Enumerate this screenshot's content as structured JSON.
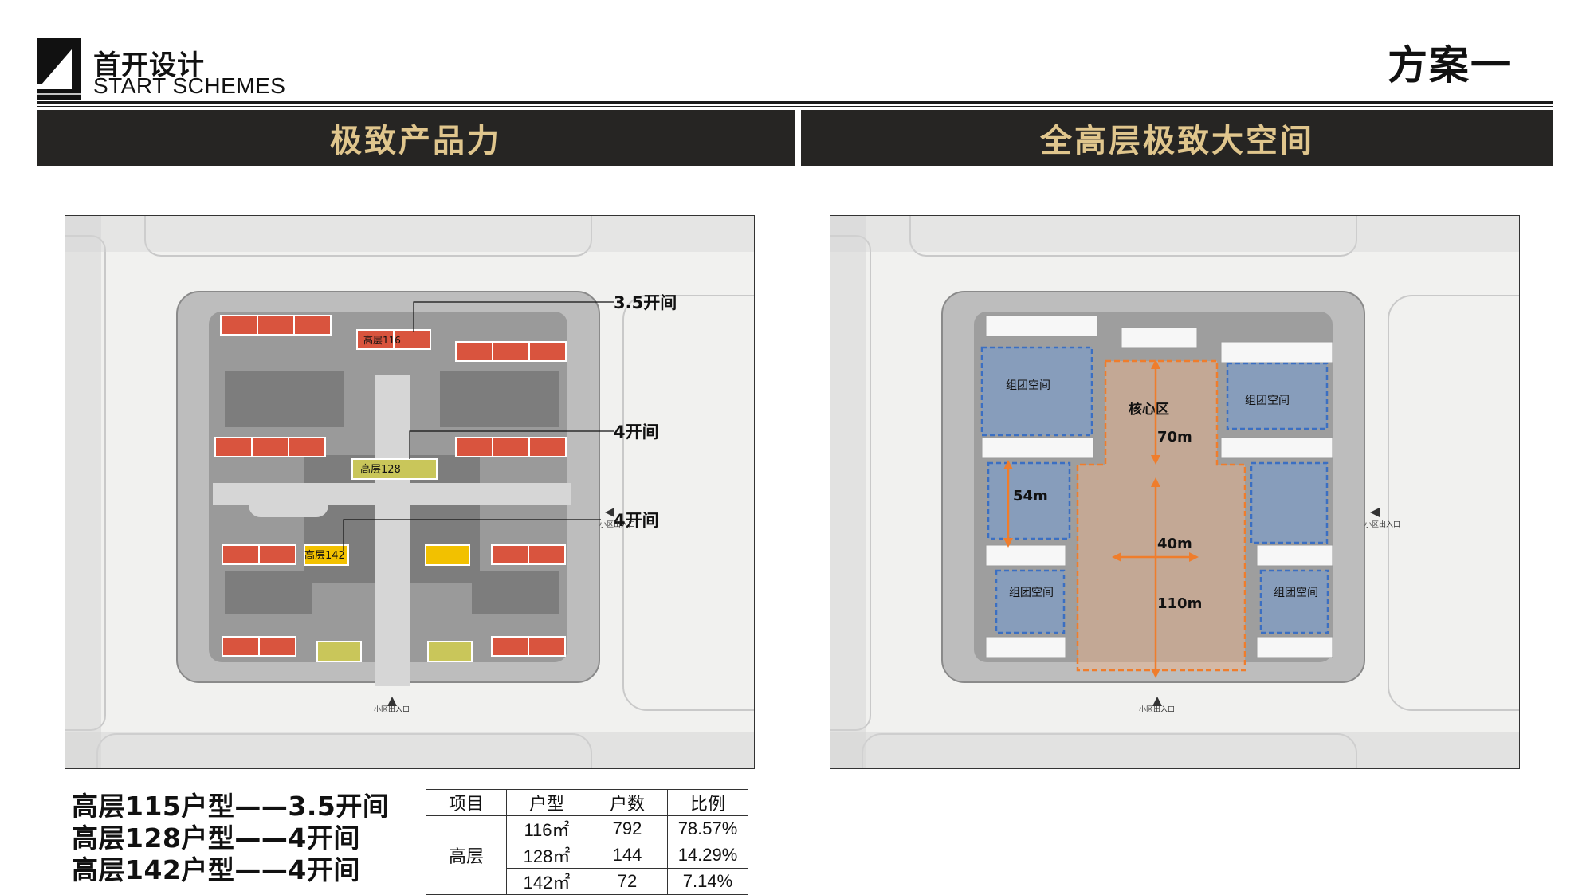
{
  "header": {
    "logo_cn": "首开设计",
    "logo_en": "START SCHEMES",
    "scheme_title": "方案一"
  },
  "bands": {
    "left": "极致产品力",
    "right": "全高层极致大空间"
  },
  "plan_left": {
    "labels": {
      "b116": "高层116",
      "b128": "高层128",
      "b142": "高层142",
      "entrance_bottom": "小区出入口",
      "entrance_right": "小区出入口"
    },
    "callouts": [
      "3.5开间",
      "4开间",
      "4开间"
    ]
  },
  "plan_right": {
    "labels": {
      "cluster_tl": "组团空间",
      "cluster_tr": "组团空间",
      "cluster_bl": "组团空间",
      "cluster_br": "组团空间",
      "core": "核心区",
      "entrance_bottom": "小区出入口",
      "entrance_right": "小区出入口"
    },
    "dimensions": {
      "d70": "70m",
      "d54": "54m",
      "d40": "40m",
      "d110": "110m"
    }
  },
  "summary": [
    "高层115户型——3.5开间",
    "高层128户型——4开间",
    "高层142户型——4开间"
  ],
  "table": {
    "headers": [
      "项目",
      "户型",
      "户数",
      "比例"
    ],
    "category": "高层",
    "rows": [
      {
        "type": "116㎡",
        "count": "792",
        "ratio": "78.57%"
      },
      {
        "type": "128㎡",
        "count": "144",
        "ratio": "14.29%"
      },
      {
        "type": "142㎡",
        "count": "72",
        "ratio": "7.14%"
      }
    ]
  },
  "colors": {
    "band_bg": "#262523",
    "band_text": "#e0c68d",
    "unit_116": "#d9543e",
    "unit_128": "#c9c65a",
    "unit_142": "#f2c100",
    "dim_orange": "#ef7d2c",
    "cluster_blue": "#3b6fc2"
  }
}
